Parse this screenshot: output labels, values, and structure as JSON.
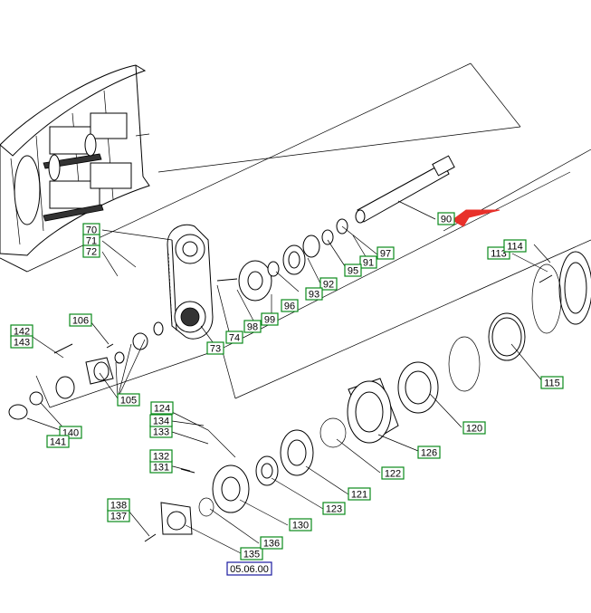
{
  "diagram": {
    "labels": [
      "70",
      "71",
      "72",
      "73",
      "74",
      "90",
      "91",
      "92",
      "93",
      "95",
      "96",
      "97",
      "98",
      "99",
      "105",
      "106",
      "113",
      "114",
      "115",
      "120",
      "121",
      "122",
      "123",
      "124",
      "126",
      "130",
      "131",
      "132",
      "133",
      "134",
      "135",
      "136",
      "137",
      "138",
      "140",
      "141",
      "142",
      "143"
    ],
    "reference_code": "05.06.00",
    "arrow_color": "#e8302a",
    "label_border_color": "#0a8a1a",
    "ref_border_color": "#1a1aa0"
  }
}
